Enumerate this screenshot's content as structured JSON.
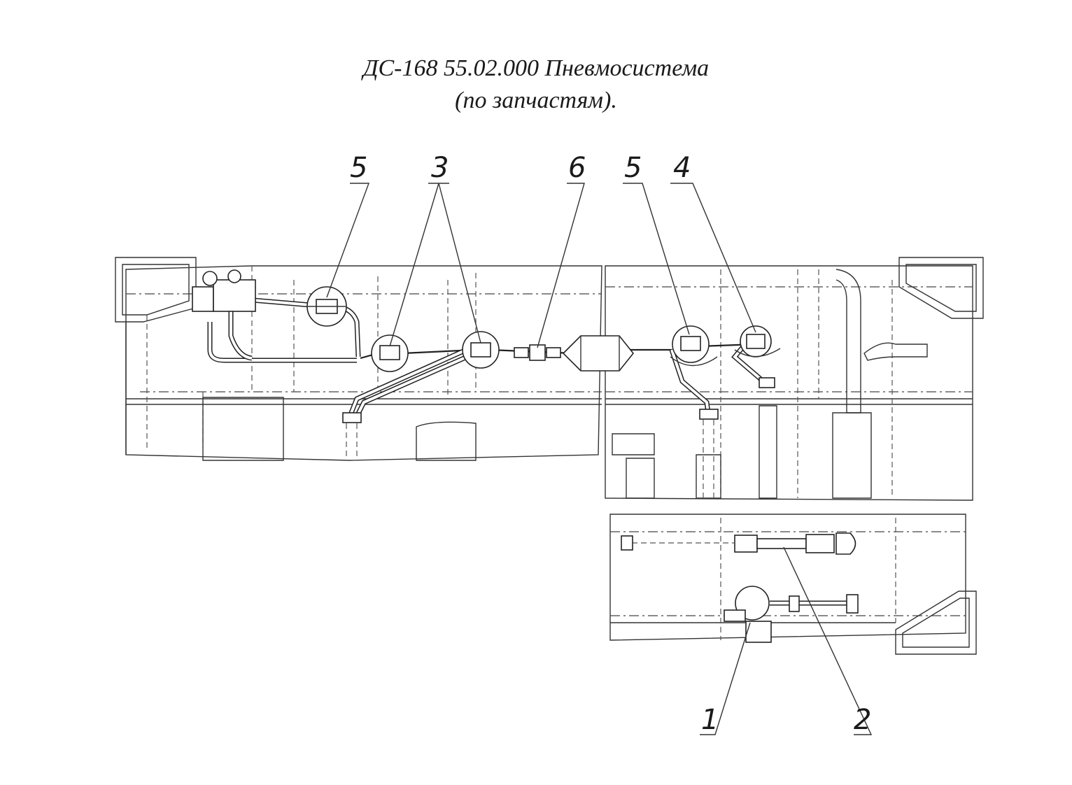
{
  "title": {
    "line1": "ДС-168 55.02.000 Пневмосистема",
    "line2": "(по запчастям)."
  },
  "callouts": [
    {
      "id": "callout-5-left",
      "text": "5"
    },
    {
      "id": "callout-3",
      "text": "3"
    },
    {
      "id": "callout-6",
      "text": "6"
    },
    {
      "id": "callout-5-right",
      "text": "5"
    },
    {
      "id": "callout-4",
      "text": "4"
    },
    {
      "id": "callout-1",
      "text": "1"
    },
    {
      "id": "callout-2",
      "text": "2"
    }
  ],
  "colors": {
    "ink": "#222222",
    "paper": "#ffffff"
  }
}
